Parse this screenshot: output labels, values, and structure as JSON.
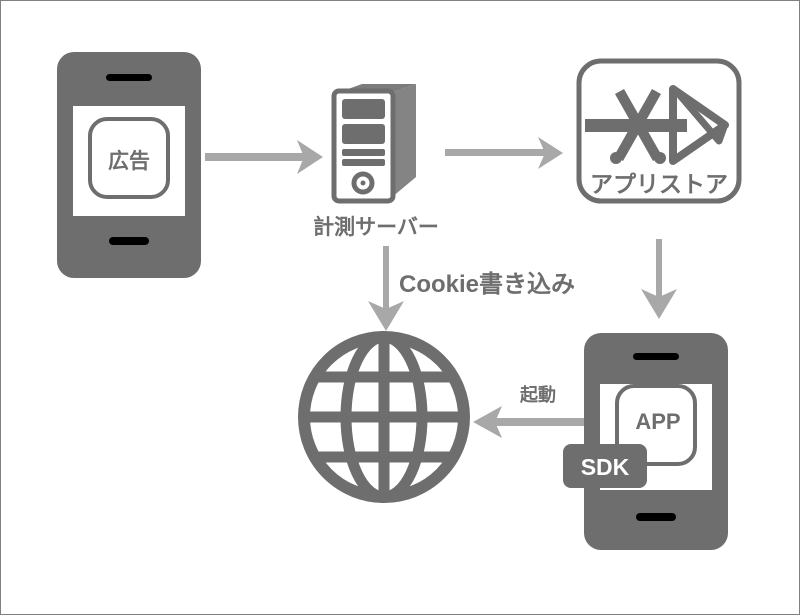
{
  "diagram": {
    "title": "App install attribution flow",
    "colors": {
      "shape_gray": "#6e6e6e",
      "arrow_gray": "#a8a8a8",
      "badge_text": "#ffffff",
      "background": "#ffffff",
      "border": "#808080"
    },
    "nodes": [
      {
        "id": "ad-phone",
        "type": "smartphone",
        "screen_label": "広告"
      },
      {
        "id": "tracking-server",
        "type": "server-tower",
        "caption": "計測サーバー"
      },
      {
        "id": "app-store",
        "type": "app-store-tile",
        "caption": "アプリストア",
        "icons": [
          "app-store-a-icon",
          "google-play-triangle-icon"
        ]
      },
      {
        "id": "globe",
        "type": "globe",
        "caption": ""
      },
      {
        "id": "app-phone",
        "type": "smartphone",
        "screen_label": "APP",
        "badge_label": "SDK"
      }
    ],
    "connections": [
      {
        "id": "ad-to-server",
        "from": "ad-phone",
        "to": "tracking-server",
        "label": "",
        "direction": "right"
      },
      {
        "id": "server-to-store",
        "from": "tracking-server",
        "to": "app-store",
        "label": "",
        "direction": "right"
      },
      {
        "id": "server-to-globe",
        "from": "tracking-server",
        "to": "globe",
        "label": "Cookie書き込み",
        "direction": "down"
      },
      {
        "id": "store-to-app-phone",
        "from": "app-store",
        "to": "app-phone",
        "label": "",
        "direction": "down"
      },
      {
        "id": "app-phone-to-globe",
        "from": "app-phone",
        "to": "globe",
        "label": "起動",
        "direction": "left"
      }
    ],
    "labels": {
      "ad": "広告",
      "tracking_server": "計測サーバー",
      "app_store": "アプリストア",
      "cookie_write": "Cookie書き込み",
      "launch": "起動",
      "app": "APP",
      "sdk": "SDK"
    }
  }
}
